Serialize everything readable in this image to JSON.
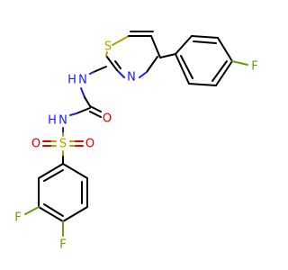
{
  "atoms": {
    "S1": "S",
    "N1": "N",
    "N2": "N",
    "H1": "H",
    "N3": "N",
    "H2": "H",
    "O1": "O",
    "S2": "S",
    "O2": "O",
    "O3": "O",
    "F1": "F",
    "F2": "F",
    "F3": "F"
  },
  "colors": {
    "carbon": "#000000",
    "nitrogen": "#1a1aff",
    "oxygen": "#e00000",
    "sulfur": "#b3a000",
    "fluorine": "#6a9a1a"
  }
}
